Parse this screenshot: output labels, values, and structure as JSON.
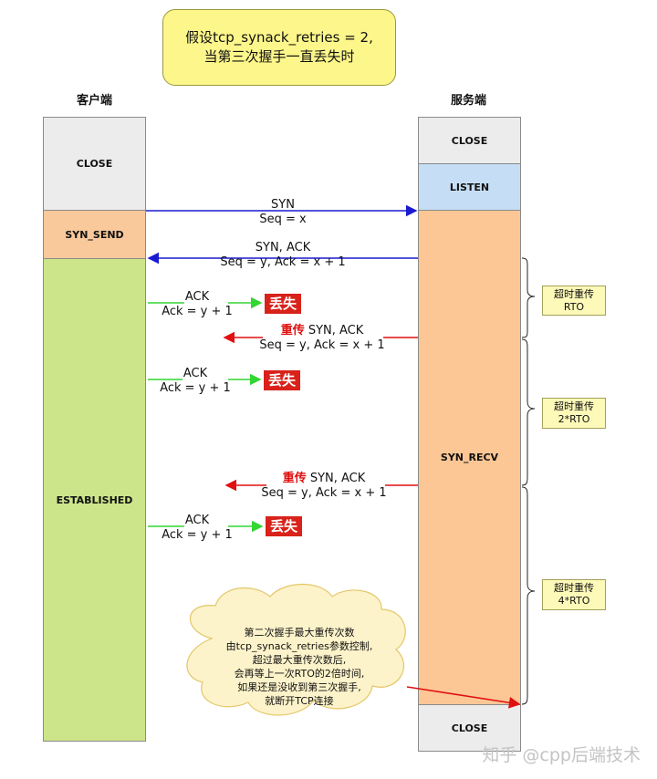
{
  "title": {
    "line1": "假设tcp_synack_retries = 2,",
    "line2": "当第三次握手一直丢失时"
  },
  "client": {
    "label": "客户端",
    "states": {
      "close": "CLOSE",
      "syn_send": "SYN_SEND",
      "established": "ESTABLISHED"
    }
  },
  "server": {
    "label": "服务端",
    "states": {
      "close_top": "CLOSE",
      "listen": "LISTEN",
      "syn_recv": "SYN_RECV",
      "close_bottom": "CLOSE"
    }
  },
  "messages": {
    "syn": {
      "line1": "SYN",
      "line2": "Seq = x"
    },
    "synack": {
      "line1": "SYN, ACK",
      "line2": "Seq = y, Ack = x + 1"
    },
    "ack1": {
      "line1": "ACK",
      "line2": "Ack = y + 1"
    },
    "retrans1": {
      "prefix": "重传",
      "line1": " SYN, ACK",
      "line2": "Seq = y, Ack = x + 1"
    },
    "ack2": {
      "line1": "ACK",
      "line2": "Ack = y + 1"
    },
    "retrans2": {
      "prefix": "重传",
      "line1": " SYN, ACK",
      "line2": "Seq = y, Ack = x + 1"
    },
    "ack3": {
      "line1": "ACK",
      "line2": "Ack = y + 1"
    }
  },
  "lost_label": "丢失",
  "timeouts": [
    {
      "line1": "超时重传",
      "line2": "RTO"
    },
    {
      "line1": "超时重传",
      "line2": "2*RTO"
    },
    {
      "line1": "超时重传",
      "line2": "4*RTO"
    }
  ],
  "note": [
    "第二次握手最大重传次数",
    "由tcp_synack_retries参数控制,",
    "超过最大重传次数后,",
    "会再等上一次RTO的2倍时间,",
    "如果还是没收到第三次握手,",
    "就断开TCP连接"
  ],
  "watermark": "知乎 @cpp后端技术",
  "colors": {
    "close_state": "#ececec",
    "syn_send": "#f9c89b",
    "established": "#cde58a",
    "listen": "#c6def5",
    "syn_recv": "#fcc795",
    "arrow_blue": "#1a1ad0",
    "arrow_green": "#33d633",
    "arrow_red": "#e01010",
    "title_bg": "#fdf68a",
    "cloud_bg": "#fdf3ca",
    "lost_bg": "#d8221a"
  }
}
